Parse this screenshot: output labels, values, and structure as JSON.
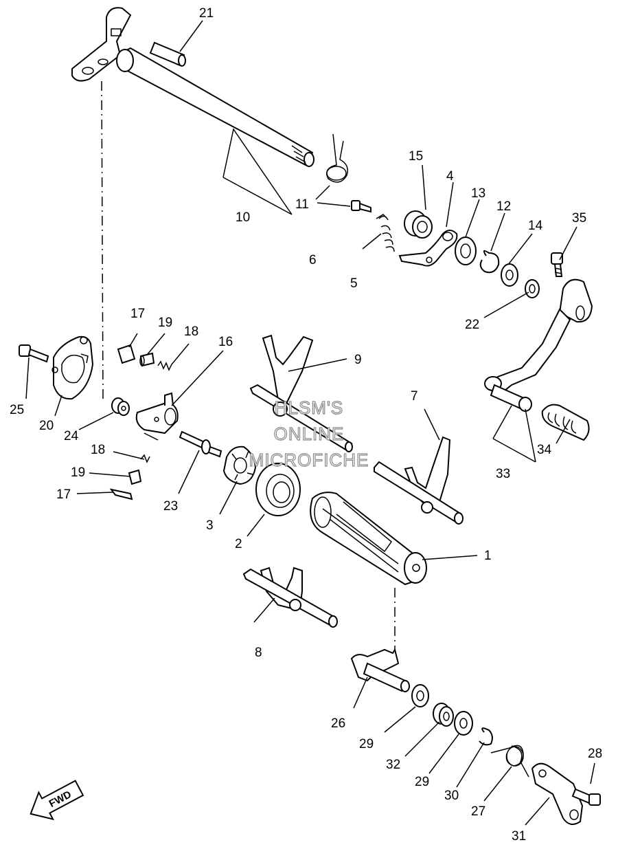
{
  "watermark": {
    "line1": "HLSM'S",
    "line2": "ONLINE",
    "line3": "MICROFICHE"
  },
  "direction_label": "FWD",
  "callouts": {
    "c1": "1",
    "c2": "2",
    "c3": "3",
    "c4": "4",
    "c5": "5",
    "c6": "6",
    "c7": "7",
    "c8": "8",
    "c9": "9",
    "c10": "10",
    "c11": "11",
    "c12": "12",
    "c13": "13",
    "c14": "14",
    "c15": "15",
    "c16": "16",
    "c17a": "17",
    "c17b": "17",
    "c18a": "18",
    "c18b": "18",
    "c19a": "19",
    "c19b": "19",
    "c20": "20",
    "c21": "21",
    "c22": "22",
    "c23": "23",
    "c24": "24",
    "c25": "25",
    "c26": "26",
    "c27": "27",
    "c28": "28",
    "c29a": "29",
    "c29b": "29",
    "c30": "30",
    "c31": "31",
    "c32": "32",
    "c33": "33",
    "c34": "34",
    "c35": "35"
  }
}
